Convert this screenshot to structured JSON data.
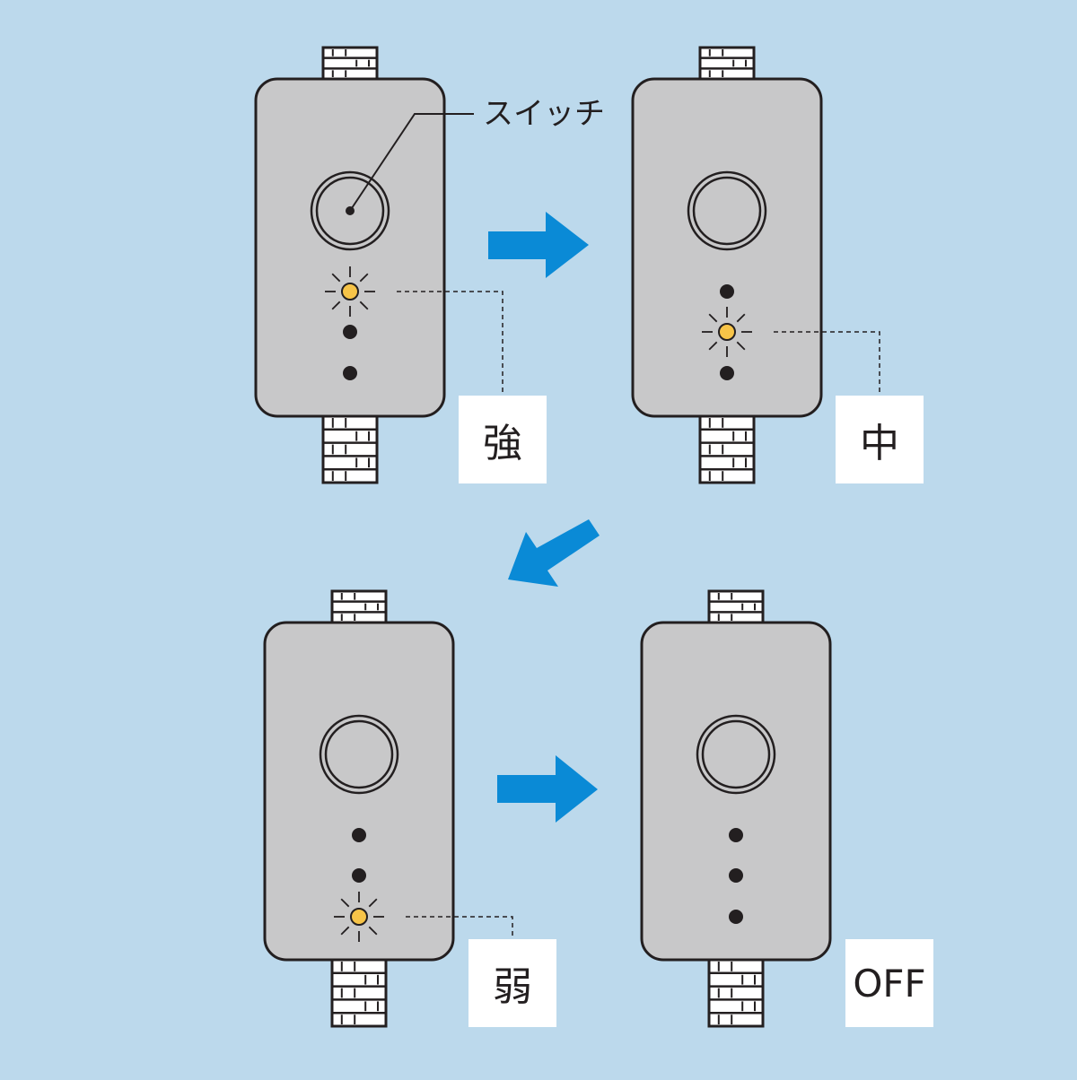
{
  "colors": {
    "background": "#bcd9ec",
    "panel": "#c8c8c9",
    "outline": "#231f20",
    "arrow": "#0a8ad6",
    "led_on": "#f7c448"
  },
  "callout": {
    "switch_label": "スイッチ"
  },
  "states": [
    {
      "label": "強",
      "led_on_index": 0
    },
    {
      "label": "中",
      "led_on_index": 1
    },
    {
      "label": "弱",
      "led_on_index": 2
    },
    {
      "label": "OFF",
      "led_on_index": null
    }
  ],
  "flow": [
    "arrow-right",
    "arrow-down-left",
    "arrow-right"
  ]
}
